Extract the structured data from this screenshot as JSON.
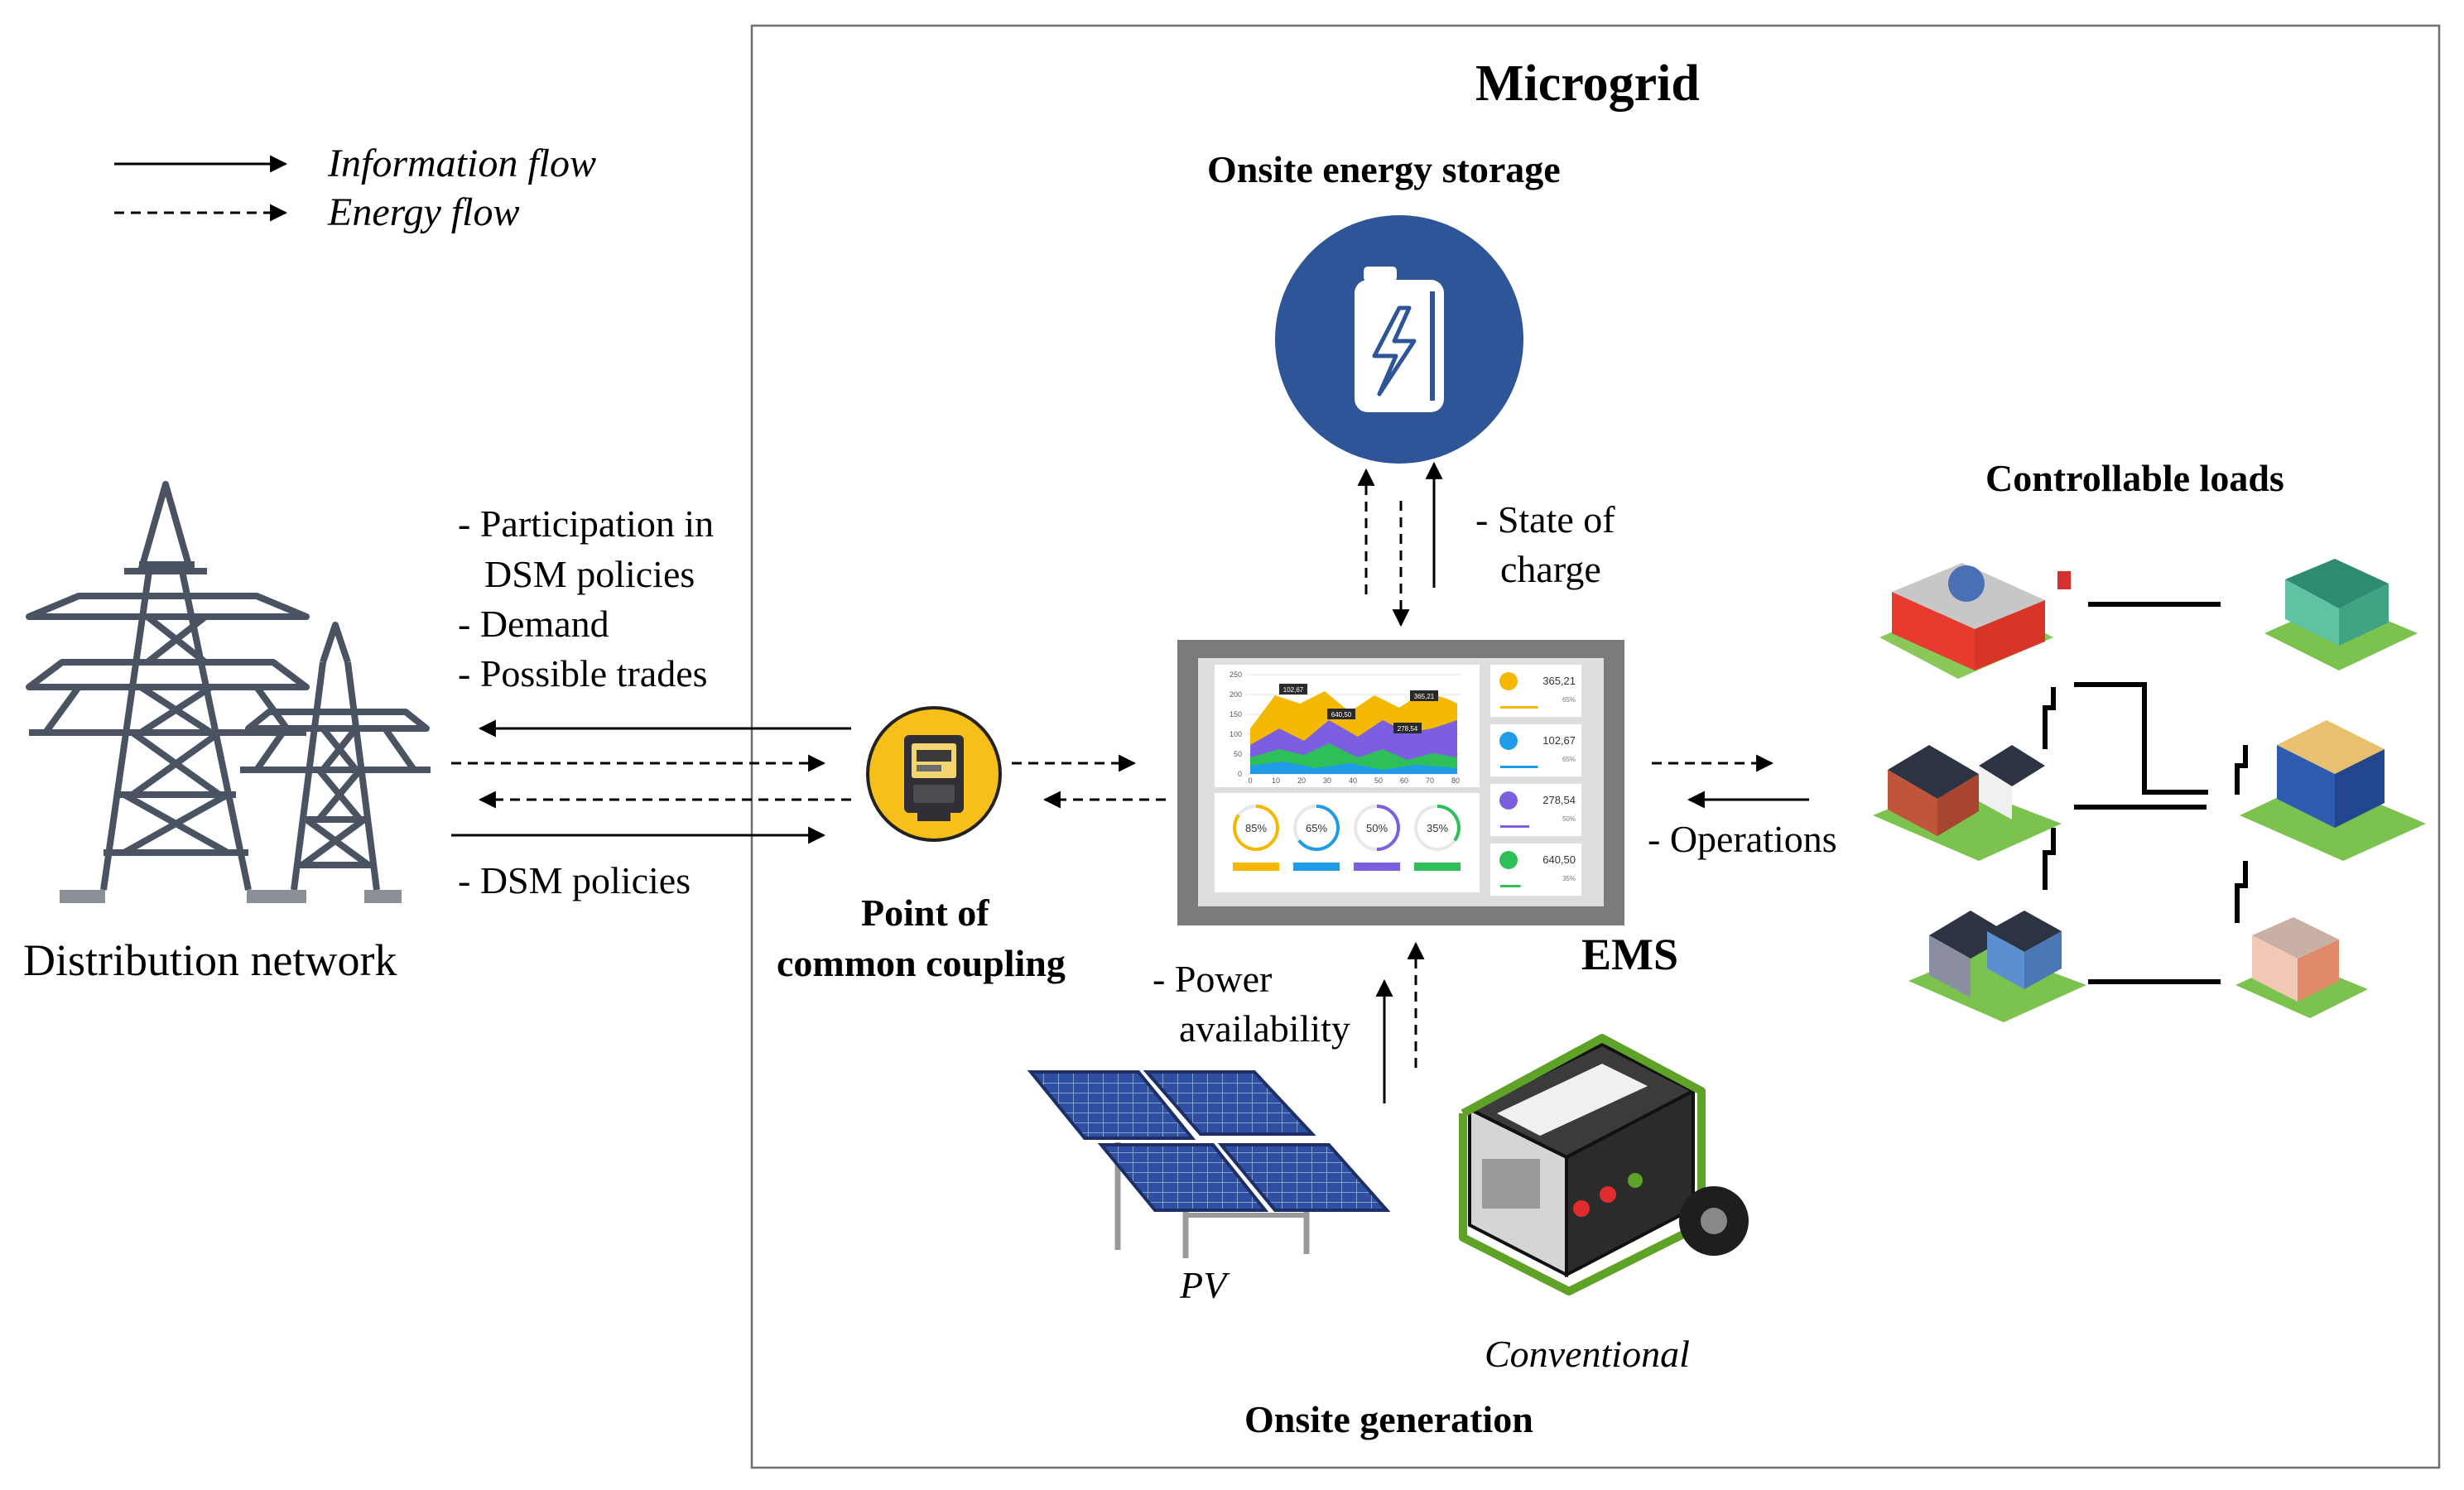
{
  "title": "Microgrid",
  "legend": {
    "information_flow": "Information flow",
    "energy_flow": "Energy flow"
  },
  "distribution_network": {
    "label": "Distribution network",
    "info_to_microgrid": [
      "- Participation in",
      "DSM policies",
      "- Demand",
      "- Possible trades"
    ],
    "info_to_network": "- DSM policies"
  },
  "pcc": {
    "label_line1": "Point of",
    "label_line2": "common coupling"
  },
  "storage": {
    "label": "Onsite energy storage",
    "info": [
      "- State of",
      "charge"
    ]
  },
  "ems": {
    "label": "EMS",
    "dashboard": {
      "y_ticks": [
        "250",
        "200",
        "150",
        "100",
        "50",
        "0"
      ],
      "x_ticks": [
        "0",
        "10",
        "20",
        "30",
        "40",
        "50",
        "60",
        "70",
        "80"
      ],
      "tags": [
        "102,67",
        "640,50",
        "365,21",
        "278,54"
      ],
      "gauges": [
        "85%",
        "65%",
        "50%",
        "35%"
      ],
      "cards": [
        {
          "value": "365,21",
          "pct": "65%"
        },
        {
          "value": "102,67",
          "pct": "65%"
        },
        {
          "value": "278,54",
          "pct": "50%"
        },
        {
          "value": "640,50",
          "pct": "35%"
        }
      ],
      "colors": [
        "#f5b800",
        "#1f9be8",
        "#7b5fe0",
        "#2fbf5a"
      ]
    }
  },
  "loads": {
    "label": "Controllable loads",
    "info": "- Operations"
  },
  "generation": {
    "label": "Onsite generation",
    "pv": "PV",
    "conventional": "Conventional",
    "info": [
      "- Power",
      "availability"
    ]
  },
  "colors": {
    "storage_circle": "#2e5597",
    "meter_circle": "#f7bf1a",
    "tower": "#4a5361",
    "panel": "#2f4fa0",
    "generator_frame": "#5ea228",
    "frame_gray": "#7b7b7b"
  }
}
